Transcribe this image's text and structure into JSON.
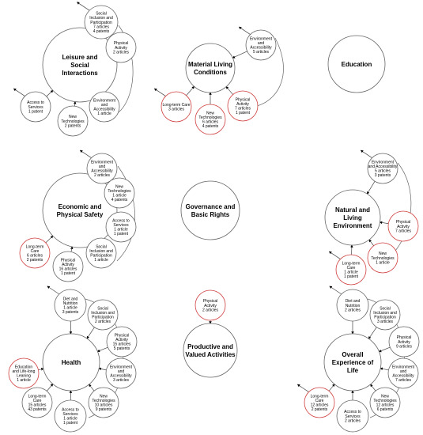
{
  "domains": [
    {
      "label": "Leisure and Social Interactions",
      "satellites": [
        {
          "label": "Social Inclusion and Participation",
          "stats": [
            "7 articles",
            "4 patents"
          ]
        },
        {
          "label": "Physical Activity",
          "stats": [
            "2 articles"
          ]
        },
        {
          "label": "Environment and Accessibility",
          "stats": [
            "1 article"
          ]
        },
        {
          "label": "New Technologies",
          "stats": [
            "2 patents"
          ]
        },
        {
          "label": "Access to Services",
          "stats": [
            "1 patent"
          ]
        }
      ]
    },
    {
      "label": "Material Living Conditions",
      "satellites": [
        {
          "label": "Environment and Accessibility",
          "stats": [
            "5 articles"
          ]
        },
        {
          "label": "Physical Activity",
          "stats": [
            "7 articles",
            "1 patent"
          ]
        },
        {
          "label": "New Technologies",
          "stats": [
            "6 articles",
            "4 patents"
          ]
        },
        {
          "label": "Long-term Care",
          "stats": [
            "3 articles"
          ]
        }
      ]
    },
    {
      "label": "Education",
      "satellites": []
    },
    {
      "label": "Economic and Physical Safety",
      "satellites": [
        {
          "label": "Environment and Accessibility",
          "stats": [
            "2 articles"
          ]
        },
        {
          "label": "New Technologies",
          "stats": [
            "1 article",
            "4 patents"
          ]
        },
        {
          "label": "Access to Services",
          "stats": [
            "1 article",
            "1 patent"
          ]
        },
        {
          "label": "Social Inclusion and Participation",
          "stats": [
            "1 article"
          ]
        },
        {
          "label": "Physical Activity",
          "stats": [
            "16 articles",
            "1 patent"
          ]
        },
        {
          "label": "Long-term Care",
          "stats": [
            "6 articles",
            "2 patents"
          ]
        }
      ]
    },
    {
      "label": "Governance and Basic Rights",
      "satellites": []
    },
    {
      "label": "Natural and Living Environment",
      "satellites": [
        {
          "label": "Environment and Accessibility",
          "stats": [
            "5 articles",
            "3 patents"
          ]
        },
        {
          "label": "Physical Activity",
          "stats": [
            "7 articles"
          ]
        },
        {
          "label": "New Technologies",
          "stats": [
            "1 article"
          ]
        },
        {
          "label": "Long-term Care",
          "stats": [
            "1 article",
            "1 patent"
          ]
        }
      ]
    },
    {
      "label": "Health",
      "satellites": [
        {
          "label": "Diet and Nutrition",
          "stats": [
            "1 article",
            "3 patents"
          ]
        },
        {
          "label": "Social Inclusion and Participation",
          "stats": [
            "2 articles"
          ]
        },
        {
          "label": "Physical Activity",
          "stats": [
            "15 articles",
            "5 patents"
          ]
        },
        {
          "label": "Environment and Accessibility",
          "stats": [
            "3 articles"
          ]
        },
        {
          "label": "New Technologies",
          "stats": [
            "10 articles",
            "9 patents"
          ]
        },
        {
          "label": "Access to Services",
          "stats": [
            "1 article",
            "1 patent"
          ]
        },
        {
          "label": "Long-term Care",
          "stats": [
            "15 articles",
            "43 patents"
          ]
        },
        {
          "label": "Education and Life-long Leaning",
          "stats": [
            "1 article"
          ]
        }
      ]
    },
    {
      "label": "Productive and Valued Activities",
      "satellites": [
        {
          "label": "Physical Activity",
          "stats": [
            "2 articles"
          ]
        }
      ]
    },
    {
      "label": "Overall Experience of Life",
      "satellites": [
        {
          "label": "Diet and Nutrition",
          "stats": [
            "2 articles"
          ]
        },
        {
          "label": "Social Inclusion and Participation",
          "stats": [
            "3 articles"
          ]
        },
        {
          "label": "Physical Activity",
          "stats": [
            "9 articles"
          ]
        },
        {
          "label": "Environment and Accessibility",
          "stats": [
            "7 articles"
          ]
        },
        {
          "label": "New Technologies",
          "stats": [
            "12 articles",
            "6 patents"
          ]
        },
        {
          "label": "Access to Services",
          "stats": [
            "2 articles"
          ]
        },
        {
          "label": "Long-term Care",
          "stats": [
            "12 articles",
            "2 patents"
          ]
        }
      ]
    }
  ],
  "colors": {
    "outline": "#666666",
    "highlight_outline": "#d04040",
    "text": "#000000"
  }
}
